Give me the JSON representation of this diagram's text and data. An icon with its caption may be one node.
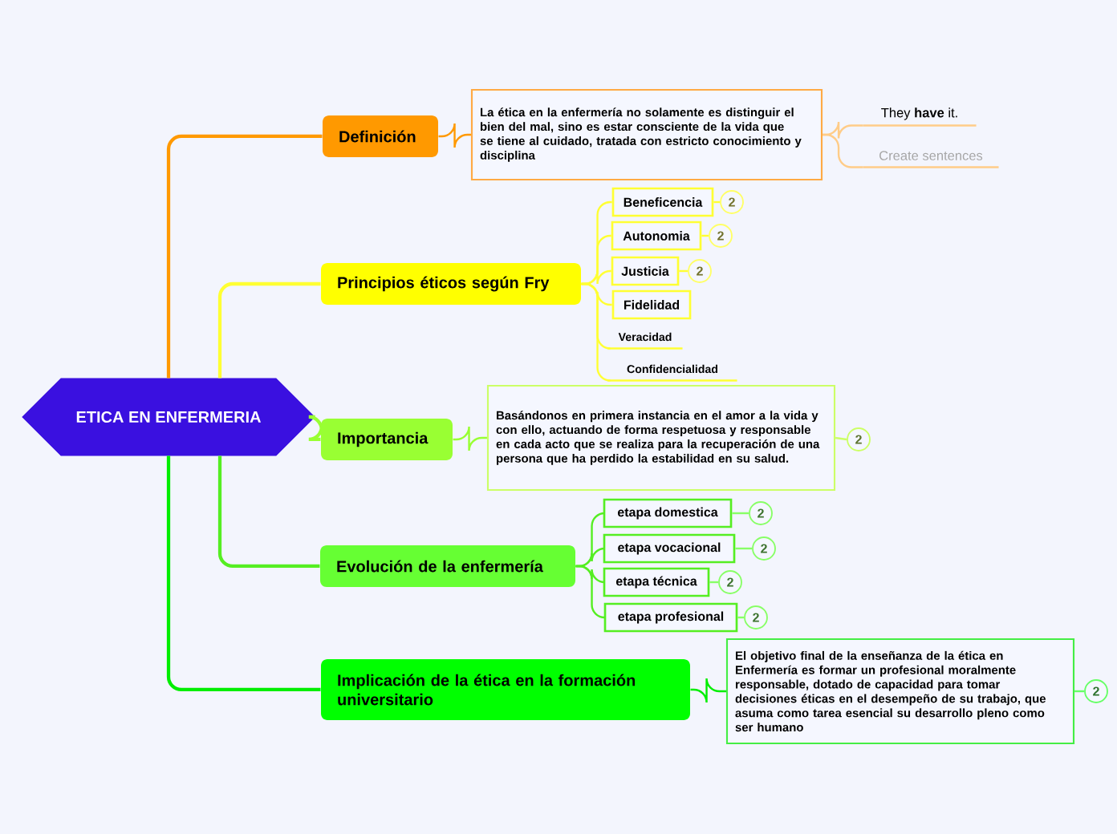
{
  "diagram": {
    "nodes": [
      {
        "text": [
          "ETICA EN ENFERMERIA"
        ]
      },
      {
        "text": [
          "Definición"
        ]
      },
      {
        "text": [
          "La ética en la enfermería no solamente es distinguir el bien del mal, sino es estar consciente de la vida que se tiene al cuidado, tratada con estricto conocimiento y disciplina"
        ]
      },
      {
        "text": [
          "They **have** it."
        ]
      },
      {
        "text": [
          "Create sentences"
        ]
      },
      {
        "text": [
          "Principios éticos según Fry"
        ]
      },
      {
        "text": [
          "Beneficencia"
        ]
      },
      {
        "text": [
          "Autonomia"
        ]
      },
      {
        "text": [
          "Justicia"
        ]
      },
      {
        "text": [
          "Fidelidad"
        ]
      },
      {
        "text": [
          "Veracidad"
        ]
      },
      {
        "text": [
          "Confidencialidad"
        ]
      },
      {
        "text": [
          "Importancia"
        ]
      },
      {
        "text": [
          "Basándonos en primera instancia en el amor a la vida y con ello, actuando de forma respetuosa y responsable en cada acto que se realiza para la recuperación de una persona que ha perdido la estabilidad en su salud."
        ]
      },
      {
        "text": [
          "Evolución de la enfermería"
        ]
      },
      {
        "text": [
          "etapa domestica"
        ]
      },
      {
        "text": [
          "etapa vocacional"
        ]
      },
      {
        "text": [
          "etapa técnica"
        ]
      },
      {
        "text": [
          "etapa profesional"
        ]
      },
      {
        "text": [
          "Implicación de la ética en la formación universitario"
        ]
      },
      {
        "text": [
          "El objetivo final de la enseñanza de la ética en Enfermería es formar un profesional moralmente responsable, dotado de capacidad para tomar decisiones éticas en el desempeño de su trabajo, que asuma como tarea esencial su desarrollo pleno como ser humano"
        ]
      },
      {
        "text": [
          "2"
        ]
      },
      {
        "text": [
          "2"
        ]
      },
      {
        "text": [
          "2"
        ]
      },
      {
        "text": [
          "2"
        ]
      },
      {
        "text": [
          "2"
        ]
      },
      {
        "text": [
          "2"
        ]
      },
      {
        "text": [
          "2"
        ]
      },
      {
        "text": [
          "2"
        ]
      },
      {
        "text": [
          "2"
        ]
      }
    ],
    "edges": [
      {
        "from": 0,
        "to": 1,
        "arrow": "none",
        "color": "#ff9900"
      },
      {
        "from": 0,
        "to": 5,
        "arrow": "none",
        "color": "#ffff33"
      },
      {
        "from": 0,
        "to": 12,
        "arrow": "none",
        "color": "#99ff33"
      },
      {
        "from": 0,
        "to": 14,
        "arrow": "none",
        "color": "#55ee22"
      },
      {
        "from": 0,
        "to": 19,
        "arrow": "none",
        "color": "#00ee00"
      },
      {
        "from": 1,
        "to": 2,
        "arrow": "none",
        "color": "#ff9900"
      },
      {
        "from": 2,
        "to": 3,
        "arrow": "none",
        "color": "#ffcc88"
      },
      {
        "from": 2,
        "to": 4,
        "arrow": "none",
        "color": "#ffcc88"
      },
      {
        "from": 5,
        "to": 6,
        "arrow": "none",
        "color": "#ffff33"
      },
      {
        "from": 5,
        "to": 7,
        "arrow": "none",
        "color": "#ffff33"
      },
      {
        "from": 5,
        "to": 8,
        "arrow": "none",
        "color": "#ffff33"
      },
      {
        "from": 5,
        "to": 9,
        "arrow": "none",
        "color": "#ffff33"
      },
      {
        "from": 5,
        "to": 10,
        "arrow": "none",
        "color": "#ffff33"
      },
      {
        "from": 5,
        "to": 11,
        "arrow": "none",
        "color": "#ffff33"
      },
      {
        "from": 12,
        "to": 13,
        "arrow": "none",
        "color": "#99ff33"
      },
      {
        "from": 14,
        "to": 15,
        "arrow": "none",
        "color": "#55ee22"
      },
      {
        "from": 14,
        "to": 16,
        "arrow": "none",
        "color": "#55ee22"
      },
      {
        "from": 14,
        "to": 17,
        "arrow": "none",
        "color": "#55ee22"
      },
      {
        "from": 14,
        "to": 18,
        "arrow": "none",
        "color": "#55ee22"
      },
      {
        "from": 19,
        "to": 20,
        "arrow": "none",
        "color": "#00ee00"
      },
      {
        "from": 6,
        "to": 21,
        "arrow": "none",
        "color": "#ffff33"
      },
      {
        "from": 7,
        "to": 22,
        "arrow": "none",
        "color": "#ffff33"
      },
      {
        "from": 8,
        "to": 23,
        "arrow": "none",
        "color": "#ffff33"
      },
      {
        "from": 13,
        "to": 24,
        "arrow": "none",
        "color": "#ccff66"
      },
      {
        "from": 15,
        "to": 25,
        "arrow": "none",
        "color": "#88ff66"
      },
      {
        "from": 16,
        "to": 26,
        "arrow": "none",
        "color": "#88ff66"
      },
      {
        "from": 17,
        "to": 27,
        "arrow": "none",
        "color": "#88ff66"
      },
      {
        "from": 18,
        "to": 28,
        "arrow": "none",
        "color": "#88ff66"
      },
      {
        "from": 20,
        "to": 29,
        "arrow": "none",
        "color": "#66ff66"
      }
    ]
  }
}
